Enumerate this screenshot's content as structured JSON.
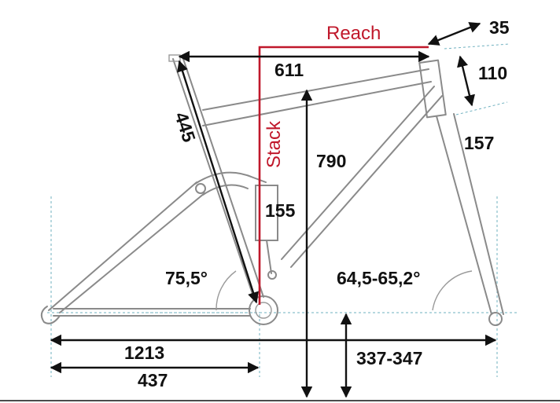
{
  "colors": {
    "dimension": "#111111",
    "frame": "#8a8a8a",
    "highlight": "#c0182b",
    "guide": "#6fb0bf"
  },
  "labels": {
    "reach": "Reach",
    "stack": "Stack",
    "offset": "35",
    "head_tube": "110",
    "top_length": "611",
    "seat_tube": "445",
    "stack_height": "790",
    "fork": "157",
    "shock": "155",
    "seat_angle": "75,5°",
    "head_angle": "64,5-65,2°",
    "wheelbase": "1213",
    "chainstay": "437",
    "bb_drop": "337-347"
  }
}
